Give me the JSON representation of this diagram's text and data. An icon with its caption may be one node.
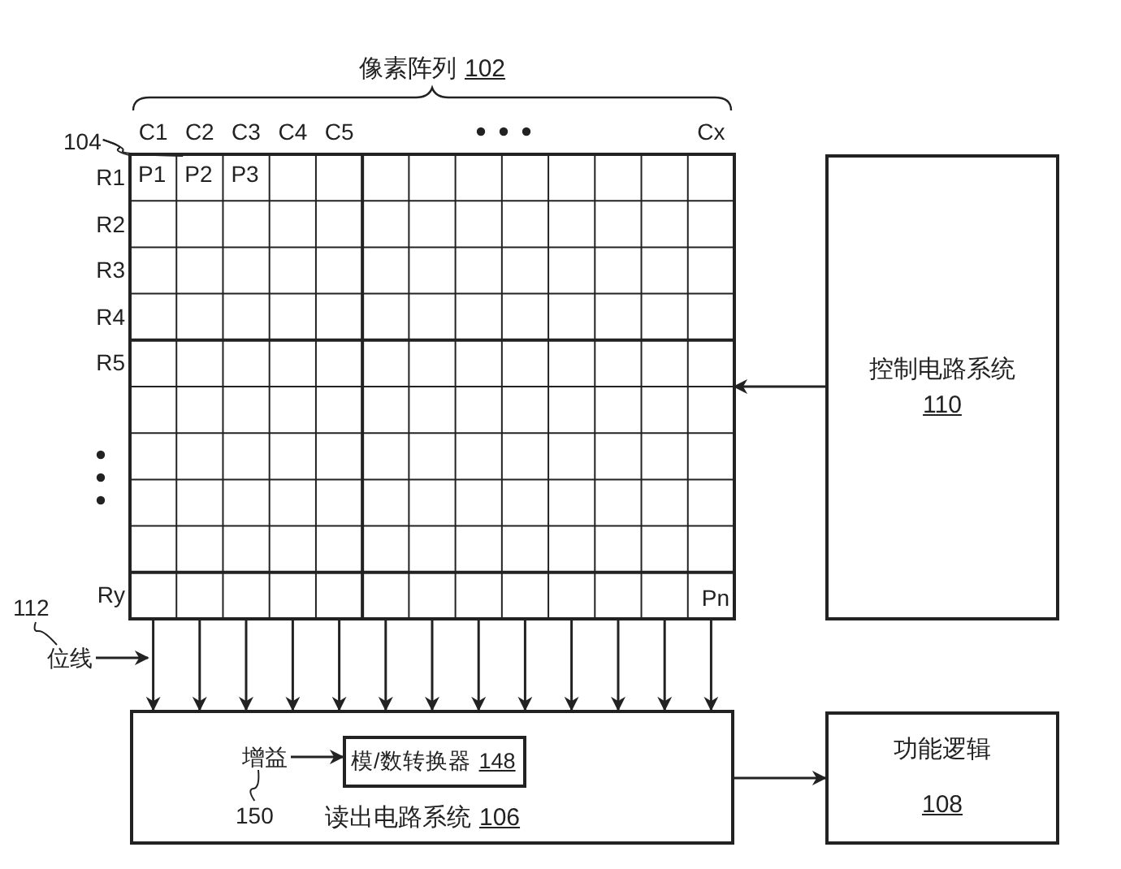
{
  "diagram": {
    "nodes": [
      {
        "text": [
          "像素阵列",
          "102"
        ]
      },
      {
        "text": [
          "P1"
        ],
        "in": 0
      },
      {
        "text": [
          "P2"
        ],
        "in": 0
      },
      {
        "text": [
          "P3"
        ],
        "in": 0
      },
      {
        "text": [
          "Pn"
        ],
        "in": 0
      },
      {
        "text": [
          "控制电路系统",
          "110"
        ]
      },
      {
        "text": [
          "104"
        ]
      },
      {
        "text": [
          "112"
        ]
      },
      {
        "text": [
          "位线"
        ]
      },
      {
        "text": [
          "读出电路系统",
          "106"
        ]
      },
      {
        "text": [
          "增益"
        ],
        "in": 9
      },
      {
        "text": [
          "模/数转换器",
          "148"
        ],
        "in": 9
      },
      {
        "text": [
          "150"
        ],
        "in": 9
      },
      {
        "text": [
          "功能逻辑",
          "108"
        ]
      }
    ],
    "edges": [
      {
        "from": 0,
        "to": 9,
        "arrow": "to"
      },
      {
        "from": 0,
        "to": 9,
        "arrow": "to"
      },
      {
        "from": 0,
        "to": 9,
        "arrow": "to"
      },
      {
        "from": 0,
        "to": 9,
        "arrow": "to"
      },
      {
        "from": 0,
        "to": 9,
        "arrow": "to"
      },
      {
        "from": 0,
        "to": 9,
        "arrow": "to"
      },
      {
        "from": 0,
        "to": 9,
        "arrow": "to"
      },
      {
        "from": 0,
        "to": 9,
        "arrow": "to"
      },
      {
        "from": 0,
        "to": 9,
        "arrow": "to"
      },
      {
        "from": 0,
        "to": 9,
        "arrow": "to"
      },
      {
        "from": 0,
        "to": 9,
        "arrow": "to"
      },
      {
        "from": 0,
        "to": 9,
        "arrow": "to"
      },
      {
        "from": 0,
        "to": 9,
        "arrow": "to"
      },
      {
        "from": 5,
        "to": 0,
        "arrow": "to"
      },
      {
        "from": 9,
        "to": 13,
        "arrow": "to"
      },
      {
        "from": 10,
        "to": 11,
        "arrow": "to"
      },
      {
        "from": 8,
        "to": null,
        "arrow": "to"
      },
      {
        "from": 6,
        "to": 1,
        "arrow": "none"
      },
      {
        "from": 6,
        "to": 2,
        "arrow": "none"
      },
      {
        "from": 7,
        "to": 8,
        "arrow": "none"
      },
      {
        "from": 12,
        "to": 10,
        "arrow": "none"
      }
    ],
    "labels": [
      "C1",
      "C2",
      "C3",
      "C4",
      "C5",
      "Cx",
      "R1",
      "R2",
      "R3",
      "R4",
      "R5",
      "Ry"
    ]
  }
}
